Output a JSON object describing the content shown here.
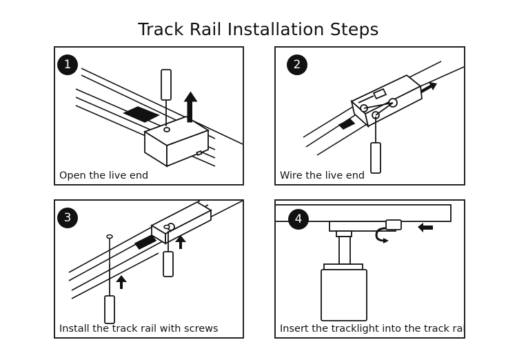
{
  "title": "Track Rail Installation Steps",
  "steps": [
    {
      "number": "1",
      "caption": "Open the live end"
    },
    {
      "number": "2",
      "caption": "Wire the live end"
    },
    {
      "number": "3",
      "caption": "Install the track rail with screws"
    },
    {
      "number": "4",
      "caption": "Insert the tracklight into the track rail"
    }
  ],
  "icons": [
    "screwdriver-icon",
    "up-arrow-icon",
    "left-arrow-icon",
    "screw-icon",
    "track-rail-icon",
    "tracklight-icon"
  ]
}
